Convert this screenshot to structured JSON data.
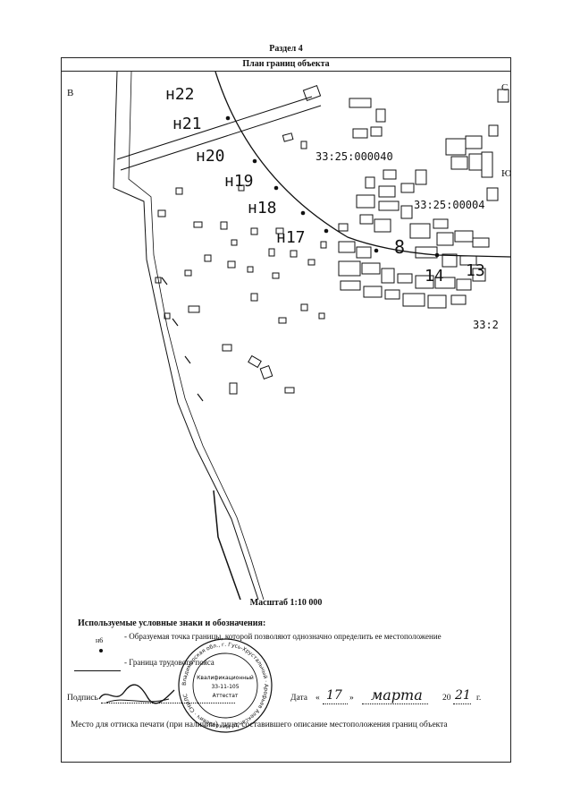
{
  "section_title": "Раздел 4",
  "plan_title": "План границ объекта",
  "map": {
    "corner_left": "В",
    "corner_right_top": "С",
    "corner_right_bottom": "Ю",
    "points": [
      "н22",
      "н21",
      "н20",
      "н19",
      "н18",
      "н17"
    ],
    "cadastral_1": "33:25:000040",
    "cadastral_2": "33:25:00004",
    "cadastral_3": "33:2",
    "fragment_labels": [
      "8",
      "14",
      "13"
    ]
  },
  "scale": "Масштаб 1:10 000",
  "legend": {
    "title": "Используемые условные знаки и обозначения:",
    "point_symbol_label": "н6",
    "point_text": "- Образуемая точка границы, которой позволяют однозначно определить ее местоположение",
    "line_text": "- Граница трудового пояса"
  },
  "signature": {
    "label": "Подпись",
    "date_label": "Дата",
    "day": "17",
    "month": "марта",
    "year_prefix": "20",
    "year_suffix": "21",
    "year_unit": "г."
  },
  "stamp": {
    "ring_text": "Владимирская обл., г. Гусь-Хрустальный · Арефьев Александр Николаевич · СНИЛС",
    "center_lines": [
      "Квалификационный",
      "33-11-105",
      "Аттестат"
    ]
  },
  "note": "Место для оттиска печати (при наличии) лица, составившего описание местоположения границ объекта"
}
